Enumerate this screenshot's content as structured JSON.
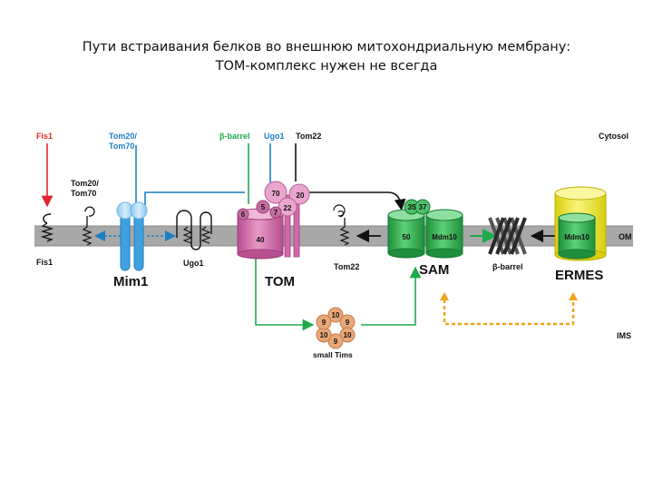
{
  "title": {
    "line1": "Пути встраивания белков во внешнюю митохондриальную мембрану:",
    "line2": "ТОМ-комплекс нужен не всегда"
  },
  "labels": {
    "fis1_top": "Fis1",
    "fis1_bottom": "Fis1",
    "tom20_70_top_a": "Tom20/",
    "tom20_70_top_b": "Tom70",
    "tom20_70_mid_a": "Tom20/",
    "tom20_70_mid_b": "Tom70",
    "beta_barrel_top": "β-barrel",
    "ugo1_top": "Ugo1",
    "tom22_top": "Tom22",
    "cytosol": "Cytosol",
    "mim1": "Mim1",
    "ugo1_bottom": "Ugo1",
    "tom": "TOM",
    "tom22_bottom": "Tom22",
    "sam": "SAM",
    "beta_barrel_bottom": "β-barrel",
    "ermes": "ERMES",
    "om": "OM",
    "ims": "IMS",
    "small_tims": "small Tims"
  },
  "subunits": {
    "tom40": "40",
    "tom70": "70",
    "tom20": "20",
    "tom22": "22",
    "tom6": "6",
    "tom5": "5",
    "tom7": "7",
    "sam50": "50",
    "sam_mdm10": "Mdm10",
    "sam35": "35",
    "sam37": "37",
    "ermes_mdm10": "Mdm10",
    "tim_9a": "9",
    "tim_10a": "10",
    "tim_9b": "9",
    "tim_10b": "10",
    "tim_9c": "9",
    "tim_10c": "10"
  },
  "colors": {
    "membrane": "#a8a8a8",
    "blue_path": "#1c7fc4",
    "green_path": "#1faa4c",
    "orange_path": "#f0a21c",
    "tom_pink": "#d26aa8",
    "sam_green": "#2eb04e",
    "ermes_yellow": "#f4ec2a",
    "tim_orange": "#e9a87a",
    "fis1_red": "#e0262f"
  }
}
